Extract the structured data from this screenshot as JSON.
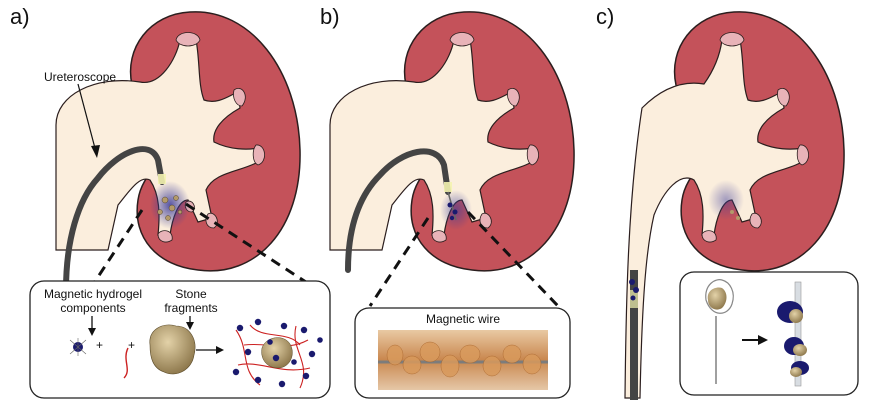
{
  "panels": {
    "a": {
      "letter": "a)"
    },
    "b": {
      "letter": "b)"
    },
    "c": {
      "letter": "c)"
    }
  },
  "labels": {
    "ureteroscope": "Ureteroscope",
    "hydrogel_line1": "Magnetic hydrogel",
    "hydrogel_line2": "components",
    "stone_line1": "Stone",
    "stone_line2": "fragments",
    "magnetic_wire": "Magnetic wire",
    "plus": "+"
  },
  "colors": {
    "kidney": "#c4525a",
    "kidney_outline": "#2b1e1e",
    "pelvis": "#fbeedd",
    "papilla": "#e8b3b8",
    "scope": "#444444",
    "hydrogel": "#1a1a6e",
    "fiber": "#cc2222",
    "stone": "#b39a6a"
  }
}
